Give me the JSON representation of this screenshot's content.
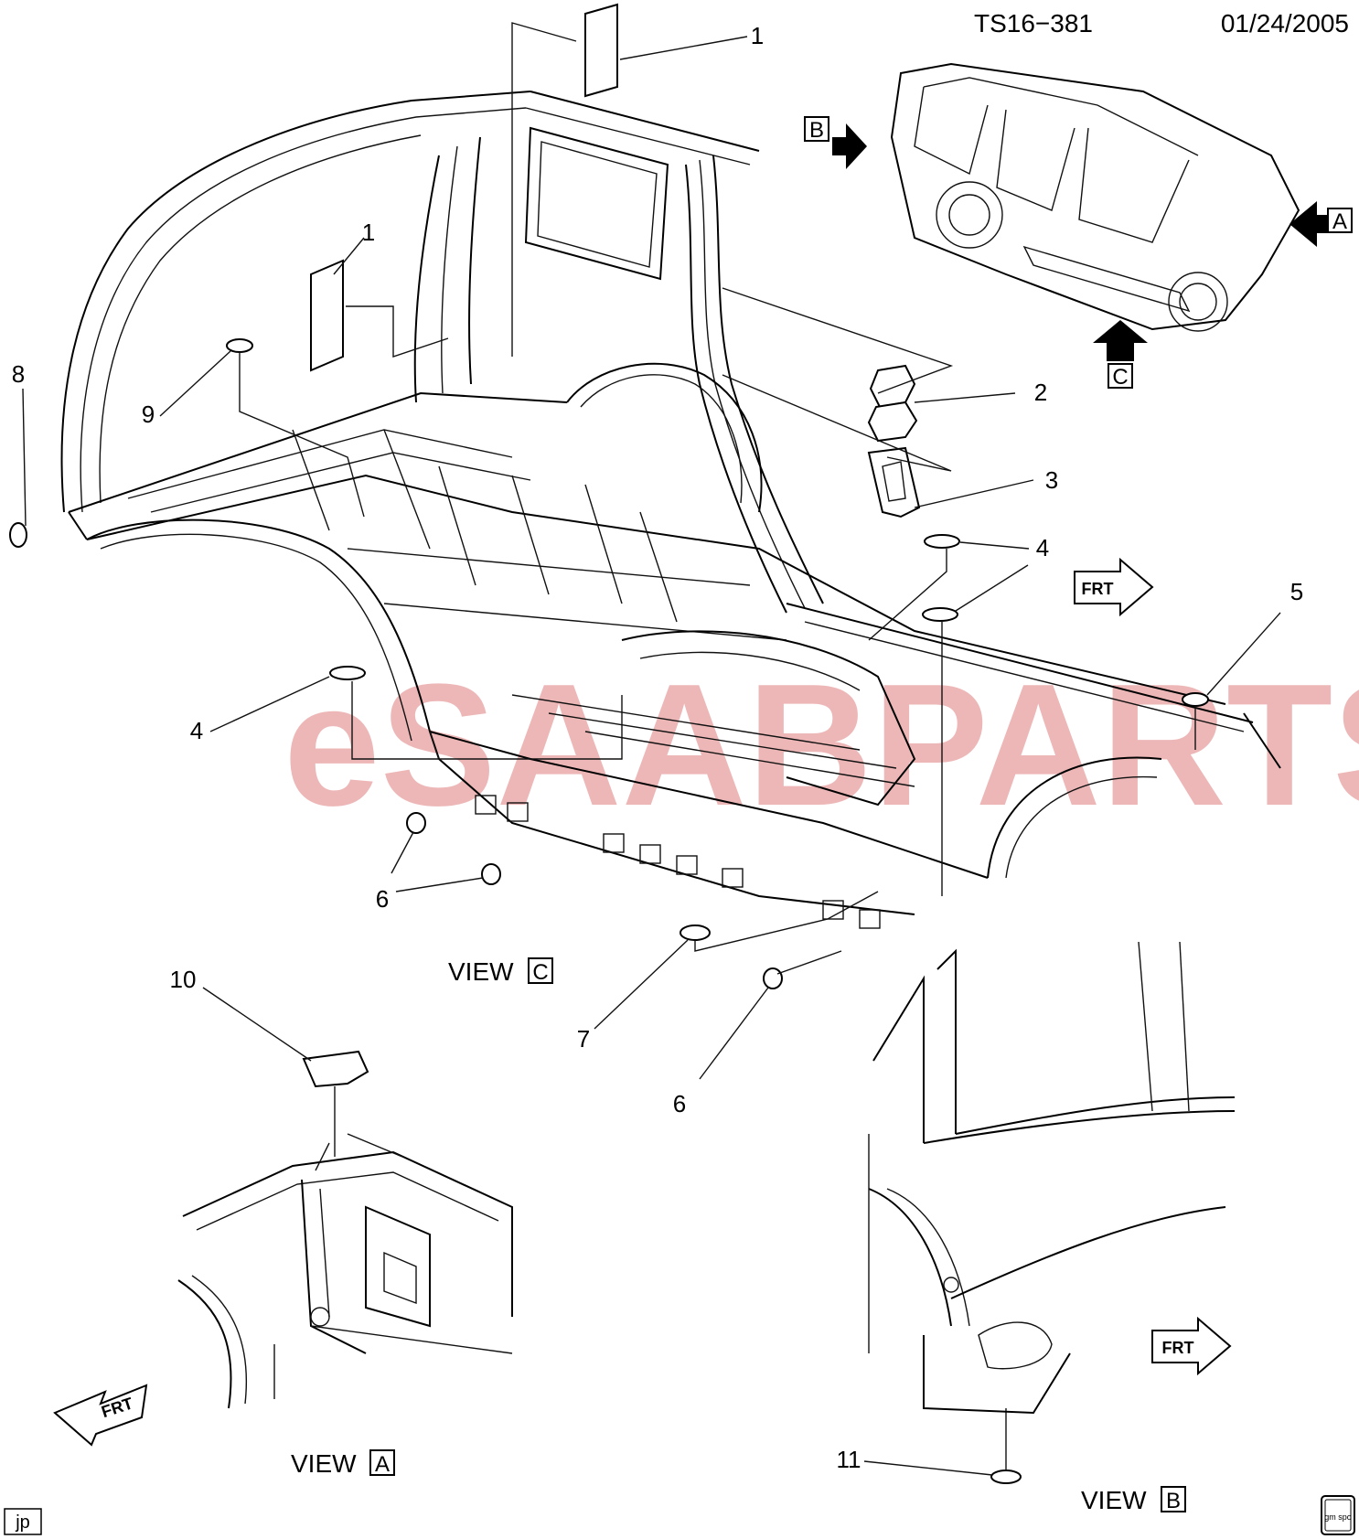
{
  "header": {
    "drawing_id": "TS16−381",
    "date": "01/24/2005"
  },
  "views": {
    "a": {
      "word": "VIEW",
      "letter": "A"
    },
    "b": {
      "word": "VIEW",
      "letter": "B"
    },
    "c": {
      "word": "VIEW",
      "letter": "C"
    }
  },
  "direction_marks": {
    "a": "A",
    "b": "B",
    "c": "C"
  },
  "frt_label": "FRT",
  "callouts": {
    "n1": "1",
    "n2": "2",
    "n3": "3",
    "n4": "4",
    "n5": "5",
    "n6": "6",
    "n7": "7",
    "n8": "8",
    "n9": "9",
    "n10": "10",
    "n11": "11"
  },
  "watermark": {
    "text": "eSAABPARTS"
  },
  "footer": {
    "initials": "jp",
    "logo_text": "gm spo"
  },
  "colors": {
    "line": "#000000",
    "watermark": "#e8a0a0",
    "background": "#ffffff"
  }
}
